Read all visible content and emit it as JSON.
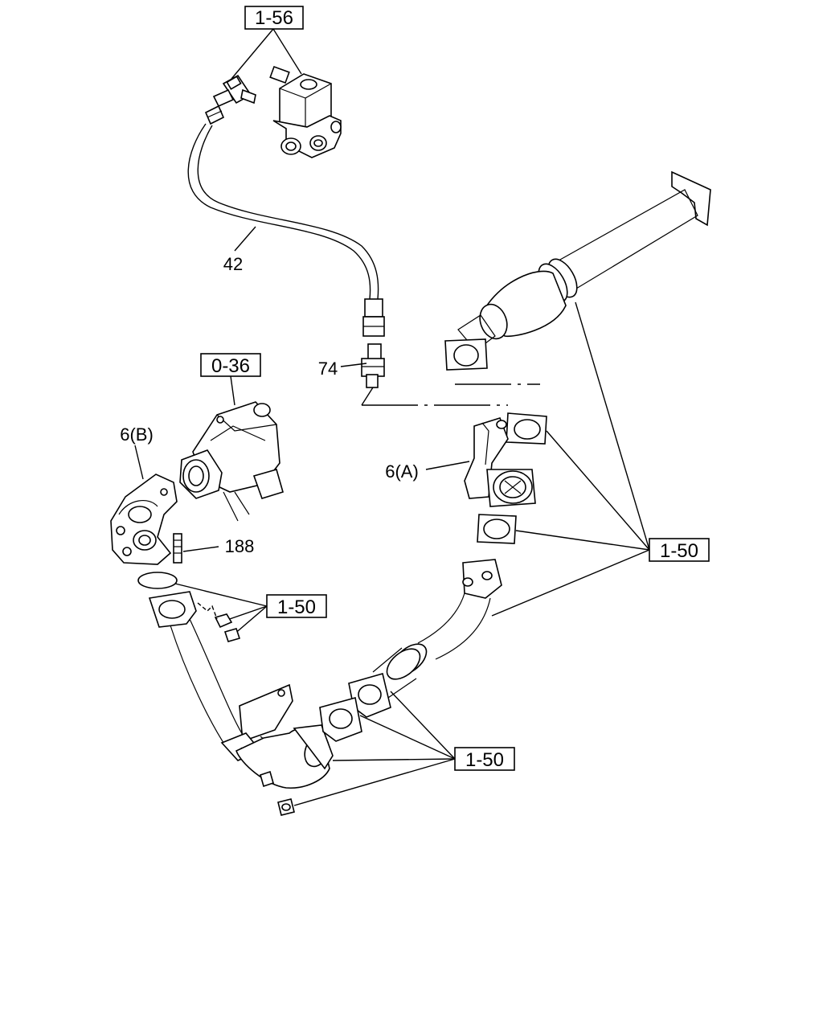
{
  "refs": {
    "r1": "1-56",
    "r2": "0-36",
    "r3": "1-50",
    "r4": "1-50",
    "r5": "1-50"
  },
  "labels": {
    "hose": "42",
    "sensor": "74",
    "adapter_b": "6(B)",
    "stud": "188",
    "adapter_a": "6(A)"
  }
}
